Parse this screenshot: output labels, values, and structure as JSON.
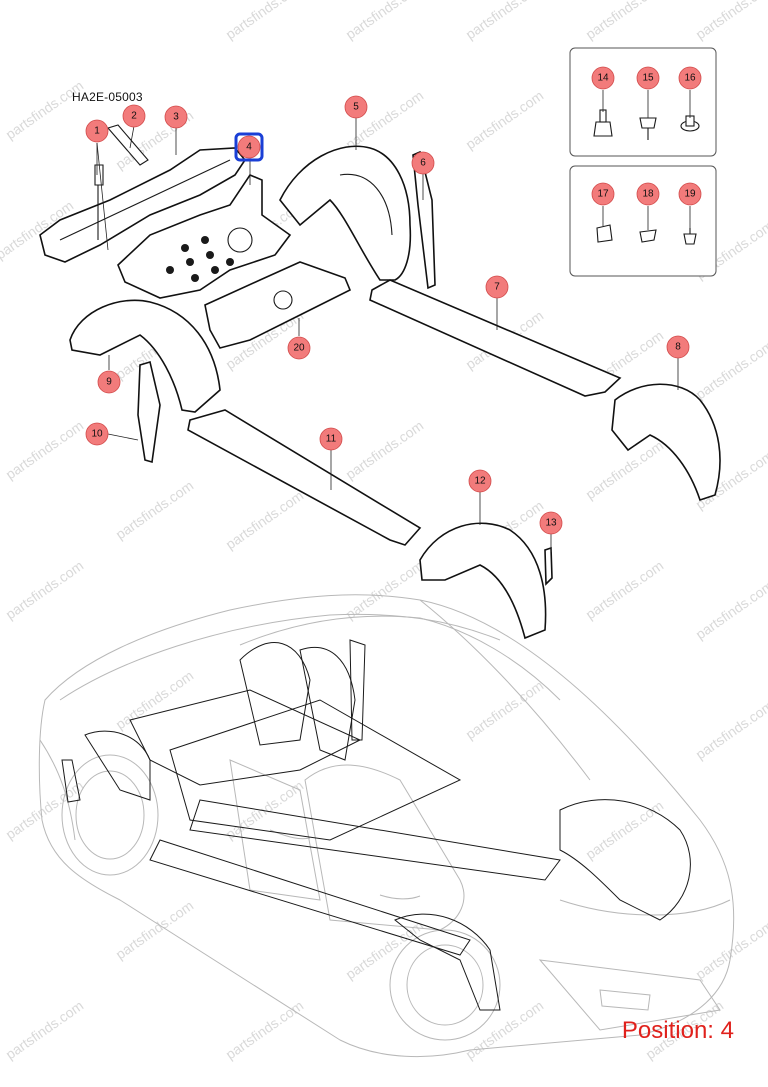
{
  "diagram_code": "HA2E-05003",
  "position_label": "Position: 4",
  "selected_callout": "4",
  "watermark_text": "partsfinds.com",
  "callouts": [
    {
      "id": "c1",
      "label": "1"
    },
    {
      "id": "c2",
      "label": "2"
    },
    {
      "id": "c3",
      "label": "3"
    },
    {
      "id": "c4",
      "label": "4"
    },
    {
      "id": "c5",
      "label": "5"
    },
    {
      "id": "c6",
      "label": "6"
    },
    {
      "id": "c7",
      "label": "7"
    },
    {
      "id": "c8",
      "label": "8"
    },
    {
      "id": "c9",
      "label": "9"
    },
    {
      "id": "c10",
      "label": "10"
    },
    {
      "id": "c11",
      "label": "11"
    },
    {
      "id": "c12",
      "label": "12"
    },
    {
      "id": "c13",
      "label": "13"
    },
    {
      "id": "c14",
      "label": "14"
    },
    {
      "id": "c15",
      "label": "15"
    },
    {
      "id": "c16",
      "label": "16"
    },
    {
      "id": "c17",
      "label": "17"
    },
    {
      "id": "c18",
      "label": "18"
    },
    {
      "id": "c19",
      "label": "19"
    },
    {
      "id": "c20",
      "label": "20"
    }
  ],
  "colors": {
    "callout_fill": "#f27b7b",
    "selected_outline": "#1a3fd6",
    "position_text": "#e0211c",
    "watermark": "#d9d9d9"
  }
}
